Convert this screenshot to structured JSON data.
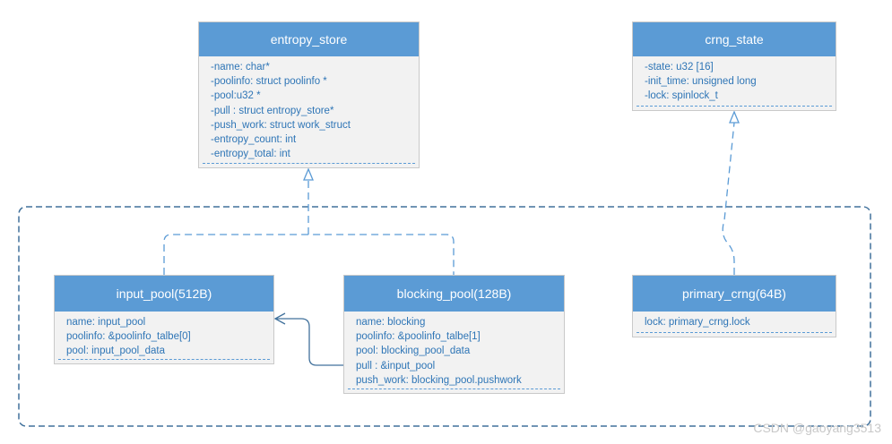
{
  "classes": {
    "entropy_store": {
      "title": "entropy_store",
      "fields": [
        "-name: char*",
        "-poolinfo: struct poolinfo *",
        "-pool:u32 *",
        "-pull : struct entropy_store*",
        "-push_work: struct work_struct",
        "-entropy_count: int",
        "-entropy_total: int"
      ]
    },
    "crng_state": {
      "title": "crng_state",
      "fields": [
        "-state: u32 [16]",
        "-init_time: unsigned long",
        "-lock: spinlock_t"
      ]
    },
    "input_pool": {
      "title": "input_pool(512B)",
      "fields": [
        "name:  input_pool",
        "poolinfo: &poolinfo_talbe[0]",
        "pool: input_pool_data"
      ]
    },
    "blocking_pool": {
      "title": "blocking_pool(128B)",
      "fields": [
        "name:  blocking",
        "poolinfo: &poolinfo_talbe[1]",
        "pool: blocking_pool_data",
        "pull : &input_pool",
        "push_work: blocking_pool.pushwork"
      ]
    },
    "primary_crng": {
      "title": "primary_crng(64B)",
      "fields": [
        "lock: primary_crng.lock"
      ]
    }
  },
  "watermark": "CSDN @gaoyang3513",
  "colors": {
    "header": "#5b9bd5",
    "text": "#2e75b6",
    "line": "#41719c",
    "body": "#f2f2f2"
  }
}
